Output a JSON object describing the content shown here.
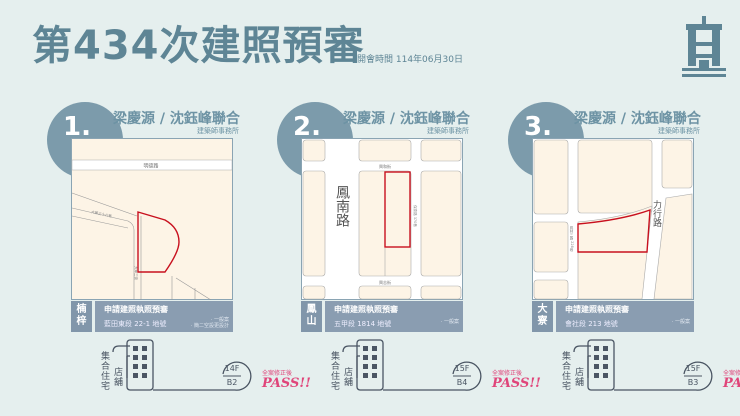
{
  "header": {
    "title": "第434次建照預審",
    "meeting": "開會時間 114年06月30日"
  },
  "colors": {
    "accent": "#5e8595",
    "highlight": "#c8101e",
    "pass": "#e0457a",
    "map_fill": "#fdf4e6"
  },
  "cards": [
    {
      "num": "1.",
      "title": "梁慶源 / 沈鈺峰聯合",
      "subtitle": "建築師事務所",
      "district": [
        "楠",
        "梓"
      ],
      "type": "申請建照執照預審",
      "address": "藍田東段 22-1 地號",
      "case": [
        "一般案",
        "簡二空設更設計"
      ],
      "streets": [
        "明德路",
        "大華三十六巷",
        "大華三街"
      ],
      "labels": {
        "residential": "集合住宅",
        "shop": "店舖"
      },
      "floors": "14F",
      "basement": "B2",
      "note": "全案修正後",
      "result": "PASS!!"
    },
    {
      "num": "2.",
      "title": "梁慶源 / 沈鈺峰聯合",
      "subtitle": "建築師事務所",
      "district": [
        "鳳",
        "山"
      ],
      "type": "申請建照執照預審",
      "address": "五甲段 1814 地號",
      "case": [
        "一般案"
      ],
      "streets": [
        "鳳南路",
        "興和街",
        "興志街",
        "保泰路 370巷"
      ],
      "labels": {
        "residential": "集合住宅",
        "shop": "店舖"
      },
      "floors": "15F",
      "basement": "B4",
      "note": "全案修正後",
      "result": "PASS!!"
    },
    {
      "num": "3.",
      "title": "梁慶源 / 沈鈺峰聯合",
      "subtitle": "建築師事務所",
      "district": [
        "大",
        "寮"
      ],
      "type": "申請建照執照預審",
      "address": "會社段 213 地號",
      "case": [
        "一般案"
      ],
      "streets": [
        "力行路",
        "鳳林三路 228巷"
      ],
      "labels": {
        "residential": "集合住宅",
        "shop": "店舖"
      },
      "floors": "15F",
      "basement": "B3",
      "note": "全案修正後",
      "result": "PASS!!"
    }
  ]
}
